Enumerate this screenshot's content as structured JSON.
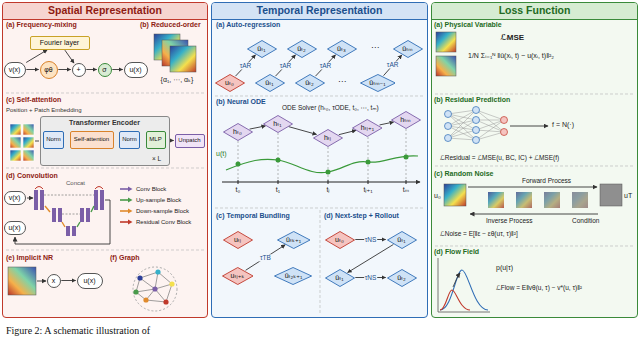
{
  "diagram": {
    "caption": "Figure 2: A schematic illustration of",
    "nodes": [
      {
        "text": [
          "Spatial Representation"
        ]
      },
      {
        "text": [
          "Temporal Representation"
        ]
      },
      {
        "text": [
          "Loss Function"
        ]
      },
      {
        "text": [
          "v(x)"
        ],
        "in": 0
      },
      {
        "text": [
          "Fourier layer"
        ],
        "in": 0
      },
      {
        "text": [
          "φθ"
        ],
        "in": 0
      },
      {
        "text": [
          "+"
        ],
        "in": 0
      },
      {
        "text": [
          "σ"
        ],
        "in": 0
      },
      {
        "text": [
          "u(x)"
        ],
        "in": 0
      },
      {
        "text": [
          "Transformer Encoder"
        ],
        "in": 0
      },
      {
        "text": [
          "Norm"
        ],
        "in": 9
      },
      {
        "text": [
          "Self-attention"
        ],
        "in": 9
      },
      {
        "text": [
          "Norm"
        ],
        "in": 9
      },
      {
        "text": [
          "MLP"
        ],
        "in": 9
      },
      {
        "text": [
          "Unpatch"
        ],
        "in": 0
      },
      {
        "text": [
          "v(x)"
        ],
        "in": 0
      },
      {
        "text": [
          "u(x)"
        ],
        "in": 0
      },
      {
        "text": [
          "x"
        ],
        "in": 0
      },
      {
        "text": [
          "u(x)"
        ],
        "in": 0
      },
      {
        "text": [
          "ûₜ₁"
        ],
        "in": 1
      },
      {
        "text": [
          "ûₜ₂"
        ],
        "in": 1
      },
      {
        "text": [
          "ûₜ₃"
        ],
        "in": 1
      },
      {
        "text": [
          "ûₜₘ"
        ],
        "in": 1
      },
      {
        "text": [
          "uₜ₀"
        ],
        "in": 1
      },
      {
        "text": [
          "ûₜ₁"
        ],
        "in": 1
      },
      {
        "text": [
          "ûₜ₂"
        ],
        "in": 1
      },
      {
        "text": [
          "ûₜₘ₋₁"
        ],
        "in": 1
      },
      {
        "text": [
          "hₜ₀"
        ],
        "in": 1
      },
      {
        "text": [
          "hₜ₁"
        ],
        "in": 1
      },
      {
        "text": [
          "hₜⱼ"
        ],
        "in": 1
      },
      {
        "text": [
          "hₜⱼ₊₁"
        ],
        "in": 1
      },
      {
        "text": [
          "hₜₘ"
        ],
        "in": 1
      },
      {
        "text": [
          "uₜⱼ"
        ],
        "in": 1
      },
      {
        "text": [
          "uₜⱼ₊ₖ"
        ],
        "in": 1
      },
      {
        "text": [
          "ûₜₖ₊₁"
        ],
        "in": 1
      },
      {
        "text": [
          "ûₜ₂ₖ₊₁"
        ],
        "in": 1
      },
      {
        "text": [
          "uₜ₀"
        ],
        "in": 1
      },
      {
        "text": [
          "ûₜ₁"
        ],
        "in": 1
      },
      {
        "text": [
          "ûₜ₁"
        ],
        "in": 1
      },
      {
        "text": [
          "ûₜ₂"
        ],
        "in": 1
      }
    ],
    "edges": [
      {
        "from": 3,
        "to": 4,
        "arrow": "to"
      },
      {
        "from": 3,
        "to": 5,
        "arrow": "to"
      },
      {
        "from": 4,
        "to": 6,
        "arrow": "to"
      },
      {
        "from": 5,
        "to": 6,
        "arrow": "to"
      },
      {
        "from": 6,
        "to": 7,
        "arrow": "to"
      },
      {
        "from": 7,
        "to": 8,
        "arrow": "to"
      },
      {
        "from": 10,
        "to": 11,
        "arrow": "to"
      },
      {
        "from": 11,
        "to": 12,
        "arrow": "to"
      },
      {
        "from": 12,
        "to": 13,
        "arrow": "to"
      },
      {
        "from": 9,
        "to": 14,
        "arrow": "to"
      },
      {
        "from": 17,
        "to": 18,
        "arrow": "to"
      },
      {
        "from": 23,
        "to": 19,
        "arrow": "to",
        "label": "τAR"
      },
      {
        "from": 24,
        "to": 20,
        "arrow": "to",
        "label": "τAR"
      },
      {
        "from": 25,
        "to": 21,
        "arrow": "to",
        "label": "τAR"
      },
      {
        "from": 26,
        "to": 22,
        "arrow": "to",
        "label": "τAR"
      },
      {
        "from": 27,
        "to": 28,
        "arrow": "to"
      },
      {
        "from": 28,
        "to": 29,
        "arrow": "to"
      },
      {
        "from": 29,
        "to": 30,
        "arrow": "to"
      },
      {
        "from": 30,
        "to": 31,
        "arrow": "to"
      },
      {
        "from": 33,
        "to": 34,
        "arrow": "to",
        "label": "τTB"
      },
      {
        "from": 36,
        "to": 37,
        "arrow": "to",
        "label": "τNS"
      },
      {
        "from": 37,
        "to": 38,
        "arrow": "to"
      },
      {
        "from": 38,
        "to": 39,
        "arrow": "to",
        "label": "τNS"
      }
    ],
    "labels": [
      "(a) Frequency-mixing",
      "(b) Reduced-order",
      "{α₁, ⋯, αₖ}",
      "(c) Self-attention",
      "Position + Patch Embedding",
      "× L",
      "(d) Convolution",
      "Concat",
      "(e) Implicit NR",
      "(f) Graph",
      "(a) Auto-regression",
      "⋯",
      "⋯",
      "(b) Neural ODE",
      "ODE Solver (hₜ₀, τODE, t₀, ⋯, tₘ)",
      "u(t)",
      "t₀",
      "t₁",
      "tⱼ",
      "tⱼ₊₁",
      "tₘ",
      "(c) Temporal Bundling",
      "(d) Next-step + Rollout",
      "(a) Physical Variable",
      "ℒMSE",
      "1/N Σᵢ₌₁ᴺ ‖û(xᵢ, t) − u(xᵢ, t)‖²₂",
      "(b) Residual Prediction",
      "f = N(·)",
      "ℒResidual = ℒMSE(u, BC, IC) + ℒMSE(f)",
      "(c) Random Noise",
      "Forward Process",
      "Inverse Process",
      "Condition",
      "ℒNoise = E[‖ε − εθ(uτ, τ)‖²]",
      "u₀",
      "uT",
      "(d) Flow Field",
      "p(u|τ)",
      "ℒFlow = E‖vθ(u, τ) − v*(u, τ)‖²"
    ],
    "legend": [
      {
        "text": "Conv Block",
        "color": "#7b5ea7"
      },
      {
        "text": "Up-sample Block",
        "color": "#4a9a4a"
      },
      {
        "text": "Down-sample Block",
        "color": "#e08a2c"
      },
      {
        "text": "Residual Conv Block",
        "color": "#c0392b"
      }
    ]
  }
}
